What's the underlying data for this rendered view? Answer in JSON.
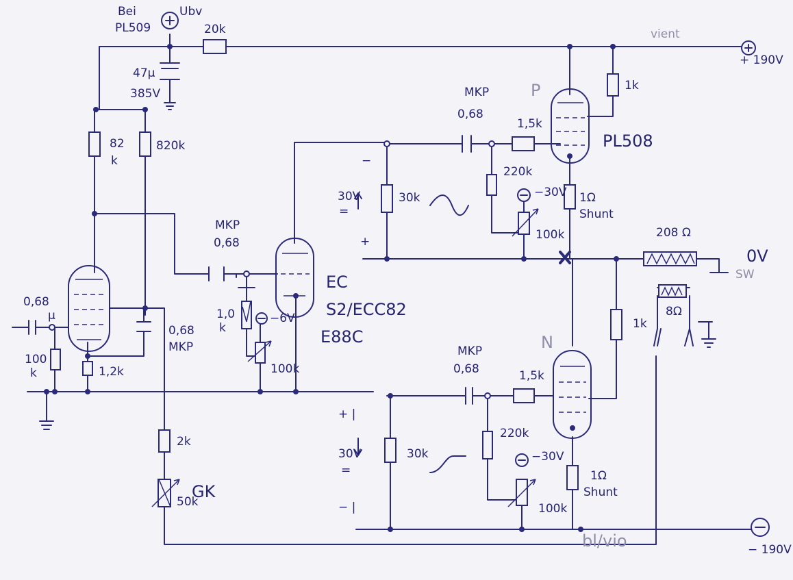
{
  "labels": {
    "bei": "Bei",
    "pl509": "PL509",
    "ubv": "Ubv",
    "r_20k": "20k",
    "cap_47u": "47µ",
    "cap_385v": "385V",
    "vient": "vient",
    "top_supply": "+ 190V",
    "r_82": "82",
    "r_82_k": "k",
    "r_820k": "820k",
    "mkp_top": "MKP",
    "c068_top": "0,68",
    "p_label": "P",
    "r_15k_top": "1,5k",
    "r_1k_top": "1k",
    "pl508": "PL508",
    "minus_top": "−",
    "v30_top": "30V",
    "v30_top_eq": "=",
    "r_30k_top": "30k",
    "plus_top": "+",
    "r_220k_top": "220k",
    "neg30_top": "−30V",
    "r_1ohm_top": "1Ω",
    "shunt_top": "Shunt",
    "r_100k_top": "100k",
    "mkp_mid": "MKP",
    "c068_mid": "0,68",
    "ec": "EC",
    "ecc82": "S2/ECC82",
    "e88c": "E88C",
    "r_1M": "1,0",
    "r_1M_k": "k",
    "neg6v": "−6V",
    "r_100k_mid": "100k",
    "r_208": "208 Ω",
    "out_0v": "0V",
    "sw": "SW",
    "r_8ohm": "8Ω",
    "c068_in": "0,68",
    "c068_in_u": "µ",
    "r_100k_in": "100",
    "r_100k_in_k": "k",
    "r_12k": "1,2k",
    "c068_fb": "0,68",
    "mkp_fb": "MKP",
    "r_1k_mid": "1k",
    "n_label": "N",
    "mkp_bot": "MKP",
    "c068_bot": "0,68",
    "r_15k_bot": "1,5k",
    "plus_bot": "+ |",
    "v30_bot": "30V",
    "v30_bot_eq": "=",
    "r_30k_bot": "30k",
    "minus_bot": "− |",
    "r_220k_bot": "220k",
    "neg30_bot": "−30V",
    "r_100k_bot": "100k",
    "r_1ohm_bot": "1Ω",
    "shunt_bot": "Shunt",
    "r_2k": "2k",
    "r_50k": "50k",
    "gk": "GK",
    "bl_vio": "bl/vio",
    "bot_supply": "− 190V"
  }
}
